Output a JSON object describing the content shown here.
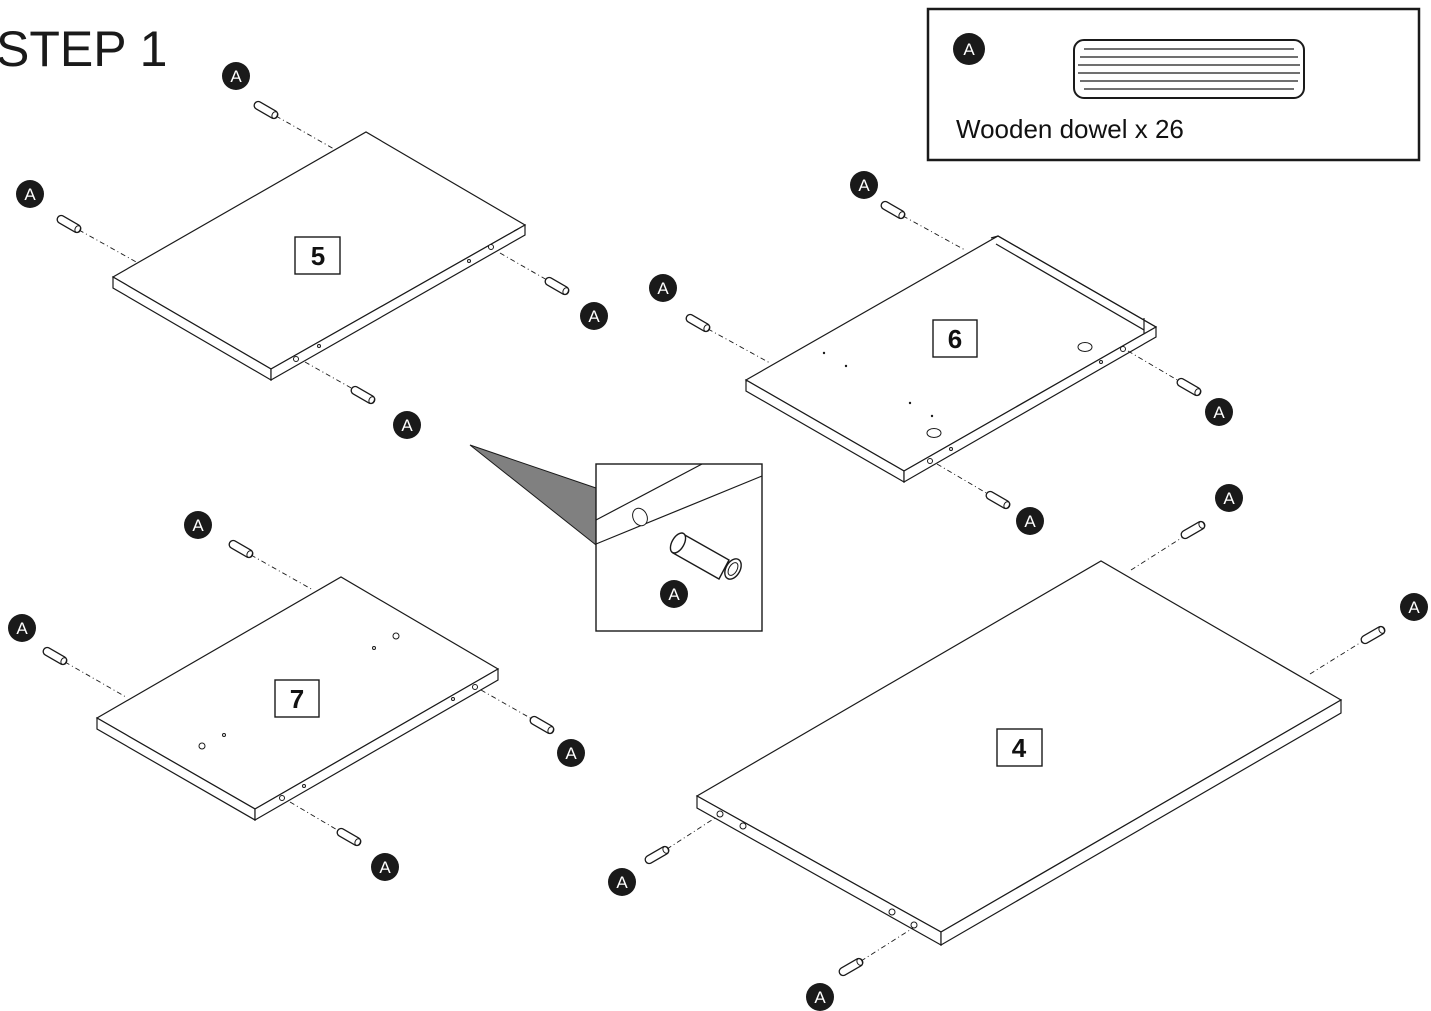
{
  "title": "STEP 1",
  "legend": {
    "badge": "A",
    "caption": "Wooden dowel x 26"
  },
  "panels": [
    {
      "label": "5"
    },
    {
      "label": "6"
    },
    {
      "label": "7"
    },
    {
      "label": "4"
    }
  ],
  "dowel_badge_label": "A",
  "zoom_badge_label": "A",
  "colors": {
    "ink": "#1a1a1a",
    "callout_fill": "#808080"
  }
}
